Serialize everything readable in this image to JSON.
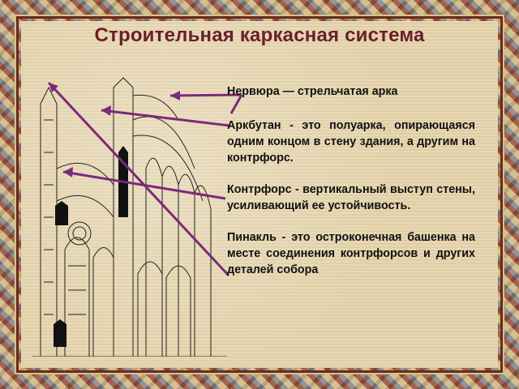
{
  "slide": {
    "title": "Строительная каркасная система"
  },
  "definitions": [
    {
      "text": "Нервюра — стрельчатая арка"
    },
    {
      "text": "Аркбутан - это полуарка, опирающаяся одним концом в стену здания, а другим на контрфорс."
    },
    {
      "text": "Контрфорс - вертикальный выступ стены, усиливающий ее устойчивость."
    },
    {
      "text": "Пинакль - это остроконечная башенка на месте соединения контрфорсов и других деталей собора"
    }
  ],
  "colors": {
    "title": "#6a1f2b",
    "arrow": "#7a2a7a",
    "frame": "#6b2a1a",
    "panel": "#e6d6b0"
  }
}
